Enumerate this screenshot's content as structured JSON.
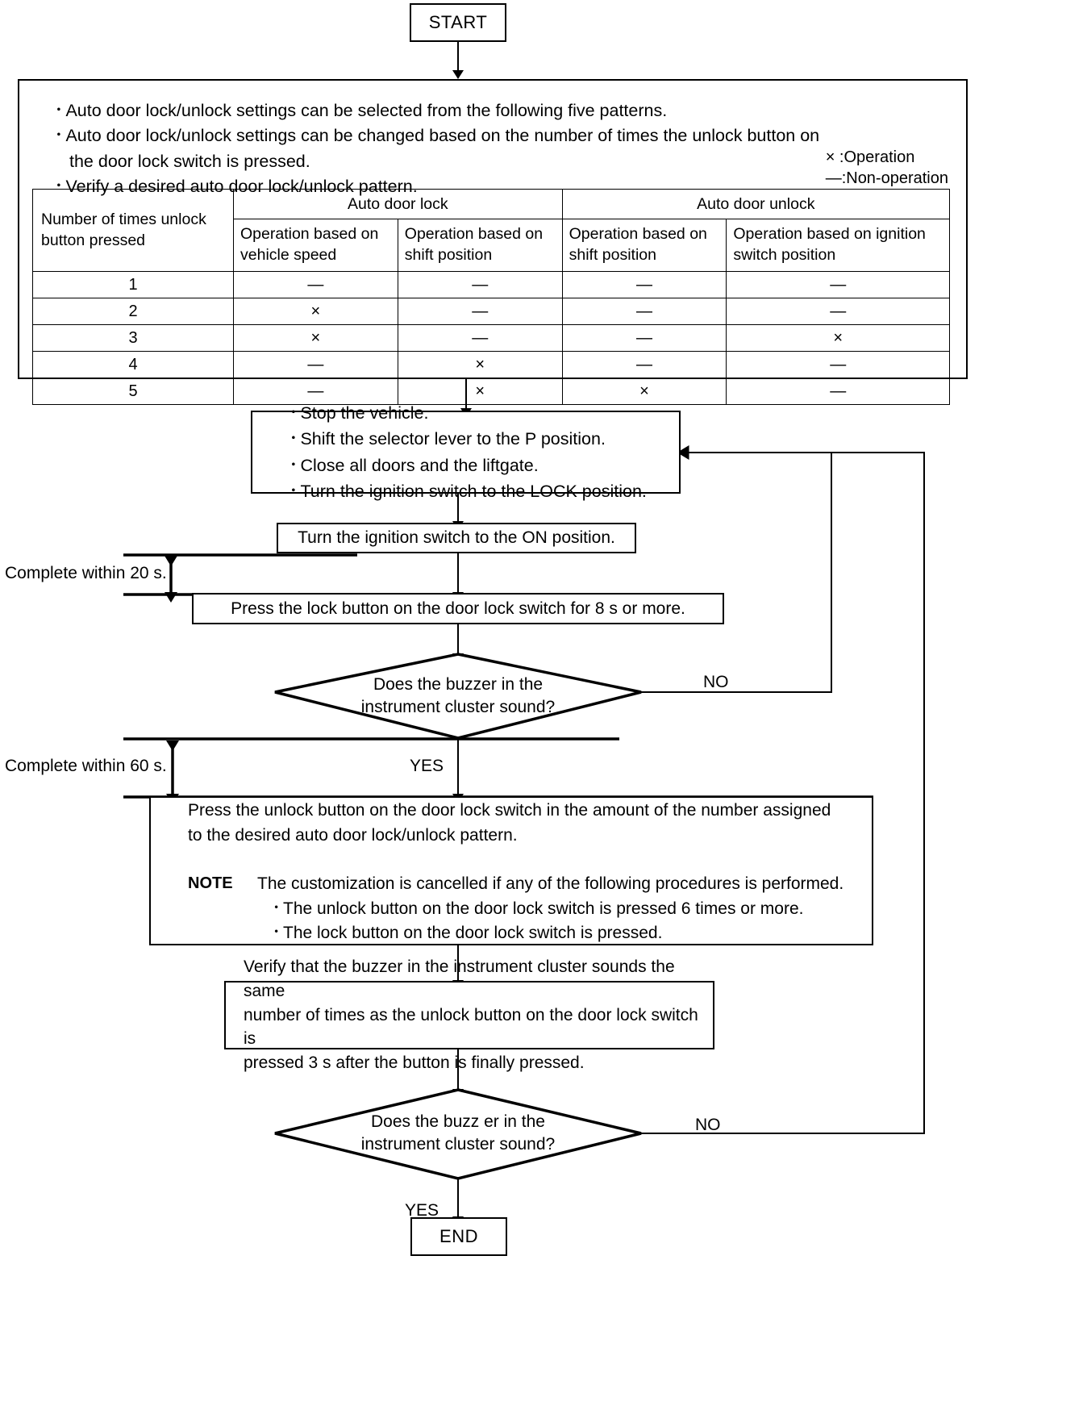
{
  "diagram": {
    "title_start": "START",
    "title_end": "END",
    "legend": {
      "operation": "× :Operation",
      "non_operation": "—:Non-operation"
    },
    "info_box": {
      "bullets": [
        "Auto door lock/unlock settings can be selected from the following five patterns.",
        "Auto door lock/unlock settings can be changed based on the number of times the unlock button on",
        "Verify a desired auto door lock/unlock pattern."
      ],
      "continuation": "the door lock switch is pressed."
    },
    "table": {
      "row_header": [
        "Number of times unlock",
        "button pressed"
      ],
      "group_headers": [
        "Auto door lock",
        "Auto door unlock"
      ],
      "sub_headers": [
        [
          "Operation based on",
          "vehicle speed"
        ],
        [
          "Operation based on",
          "shift position"
        ],
        [
          "Operation based on",
          "shift position"
        ],
        [
          "Operation based on ignition",
          "switch position"
        ]
      ],
      "rows": [
        {
          "n": "1",
          "values": [
            "—",
            "—",
            "—",
            "—"
          ]
        },
        {
          "n": "2",
          "values": [
            "×",
            "—",
            "—",
            "—"
          ]
        },
        {
          "n": "3",
          "values": [
            "×",
            "—",
            "—",
            "×"
          ]
        },
        {
          "n": "4",
          "values": [
            "—",
            "×",
            "—",
            "—"
          ]
        },
        {
          "n": "5",
          "values": [
            "—",
            "×",
            "×",
            "—"
          ]
        }
      ]
    },
    "prep_box": {
      "bullets": [
        "Stop the vehicle.",
        "Shift the selector lever to the P position.",
        "Close all doors and the liftgate.",
        "Turn the ignition switch to the LOCK position."
      ]
    },
    "step_ignition_on": "Turn the ignition switch to the ON position.",
    "step_press_lock": "Press the lock button on the door lock switch for 8 s or more.",
    "decision_1": {
      "line1": "Does the buzzer in the",
      "line2": "instrument cluster sound?",
      "no_label": "NO",
      "yes_label": "YES"
    },
    "decision_2": {
      "line1": "Does the buzz er in the",
      "line2": "instrument cluster sound?",
      "no_label": "NO",
      "yes_label": "YES"
    },
    "timing_20s": "Complete within 20 s.",
    "timing_60s": "Complete within 60 s.",
    "press_unlock_box": {
      "line1": "Press the unlock button on the door lock switch in the amount of the number assigned",
      "line2": "to the desired auto door lock/unlock pattern.",
      "note_tag": "NOTE",
      "note_line": "The customization is cancelled if any of the following procedures is performed.",
      "note_items": [
        "The unlock button on the door lock switch is pressed 6 times or more.",
        "The lock button on the door lock switch is pressed."
      ]
    },
    "verify_box": {
      "line1": "Verify that the buzzer in the instrument cluster sounds the same",
      "line2": "number of times as the unlock button on the door lock switch is",
      "line3": "pressed 3 s after the button is finally pressed."
    }
  }
}
